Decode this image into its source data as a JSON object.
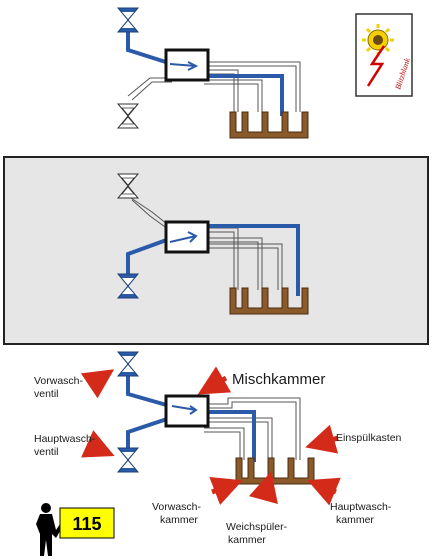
{
  "labels": {
    "vorwaschventil_1": "Vorwasch-",
    "vorwaschventil_2": "ventil",
    "hauptwaschventil_1": "Hauptwasch-",
    "hauptwaschventil_2": "ventil",
    "mischkammer": "Mischkammer",
    "einspuelkasten": "Einspülkasten",
    "vorwaschkammer_1": "Vorwasch-",
    "vorwaschkammer_2": "kammer",
    "weichspuelerkammer_1": "Weichspüler-",
    "weichspuelerkammer_2": "kammer",
    "hauptwaschkammer_1": "Hauptwasch-",
    "hauptwaschkammer_2": "kammer"
  },
  "page_number": "115",
  "logo": {
    "text": "Blitzblank",
    "icon": "sunflower-lightning-logo"
  },
  "colors": {
    "water_pipe": "#2b5aa8",
    "tray": "#8b5a2b",
    "arrow": "#d42a1a",
    "panel": "#e6e6e6",
    "page_badge": "#ffff00"
  }
}
